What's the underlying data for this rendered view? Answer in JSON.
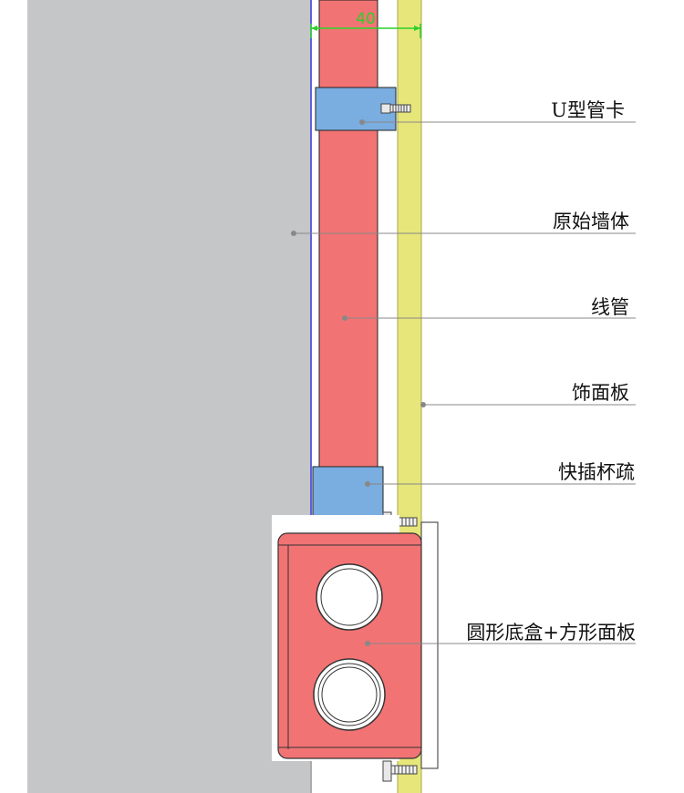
{
  "dimension": {
    "text": "40"
  },
  "callouts": [
    {
      "id": "u-clamp",
      "text": "U型管卡"
    },
    {
      "id": "original-wall",
      "text": "原始墙体"
    },
    {
      "id": "conduit",
      "text": "线管"
    },
    {
      "id": "facing-panel",
      "text": "饰面板"
    },
    {
      "id": "quick-coupling",
      "text": "快插杯疏"
    },
    {
      "id": "junction-box",
      "text": "圆形底盒+方形面板"
    }
  ],
  "colors": {
    "wall": "#c5c6c8",
    "conduit": "#f27374",
    "fitting": "#7aade0",
    "panel": "#e6e67a",
    "dimension": "#2ad12a",
    "leader": "#888888"
  }
}
